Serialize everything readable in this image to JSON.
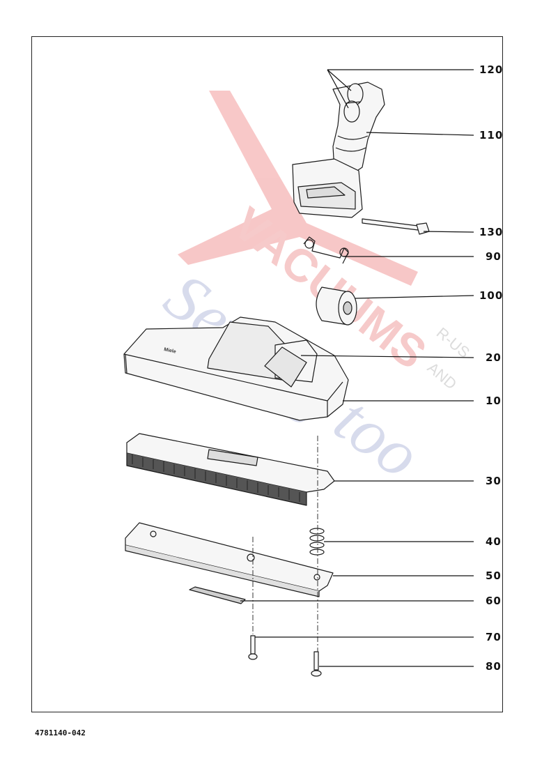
{
  "document_number": "4781140-042",
  "watermark": {
    "line1": "VACUUMS",
    "line2": "Sewing too",
    "suffix1": "R-US",
    "suffix2": "AND"
  },
  "brand_marking": "Miele",
  "parts": [
    {
      "callout": "120",
      "part": "release-buttons"
    },
    {
      "callout": "110",
      "part": "neck-swivel"
    },
    {
      "callout": "130",
      "part": "axle-pin"
    },
    {
      "callout": "90",
      "part": "spring-clip"
    },
    {
      "callout": "100",
      "part": "wheel"
    },
    {
      "callout": "20",
      "part": "pedal"
    },
    {
      "callout": "10",
      "part": "housing"
    },
    {
      "callout": "30",
      "part": "brush-strip"
    },
    {
      "callout": "40",
      "part": "spring"
    },
    {
      "callout": "50",
      "part": "base-plate"
    },
    {
      "callout": "60",
      "part": "felt-strip"
    },
    {
      "callout": "70",
      "part": "screw-short"
    },
    {
      "callout": "80",
      "part": "screw-long"
    }
  ]
}
